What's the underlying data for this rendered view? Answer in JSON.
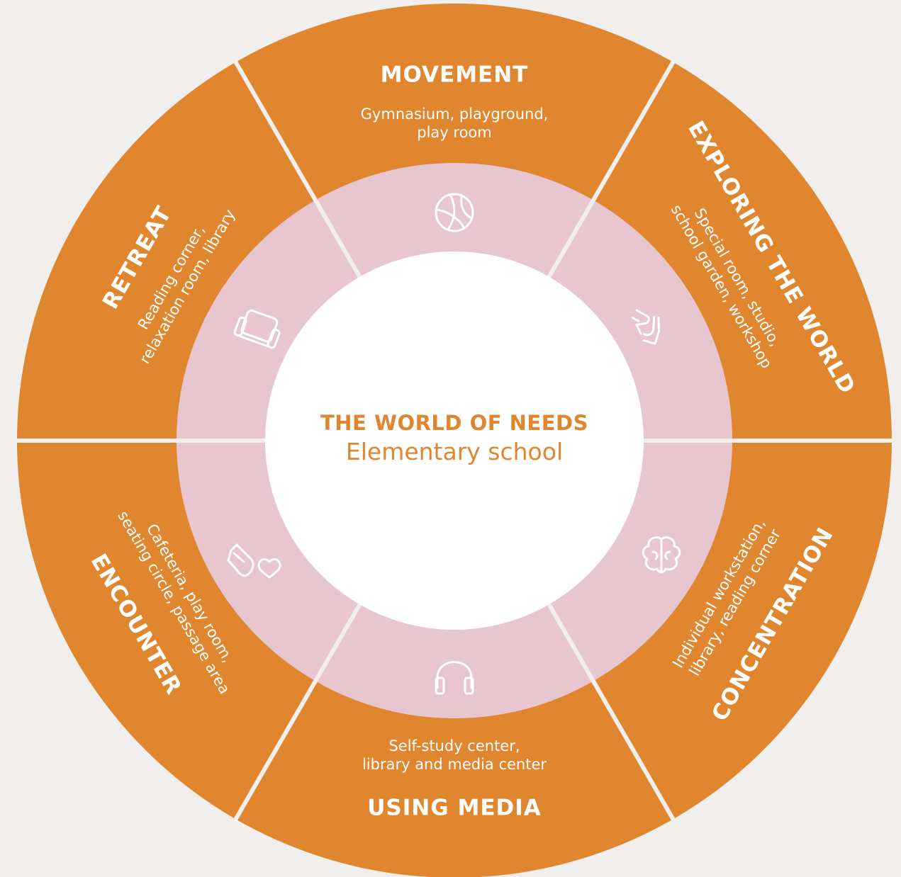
{
  "center": {
    "title": "THE WORLD OF NEEDS",
    "subtitle": "Elementary school"
  },
  "colors": {
    "background": "#f1efee",
    "segment": "#e0862f",
    "inner_ring": "#e8c6cf",
    "center": "#ffffff",
    "divider": "#f1efee",
    "text_on_segment": "#ffffff",
    "center_text": "#e0862f"
  },
  "segments": [
    {
      "key": "movement",
      "title": "MOVEMENT",
      "lines": [
        "Gymnasium, playground,",
        "play room"
      ],
      "icon": "volleyball-icon"
    },
    {
      "key": "exploring",
      "title": "EXPLORING THE WORLD",
      "lines": [
        "Special room, studio,",
        "school garden, workshop"
      ],
      "icon": "hands-icon"
    },
    {
      "key": "concentration",
      "title": "CONCENTRATION",
      "lines": [
        "Individual workstation,",
        "library, reading corner"
      ],
      "icon": "brain-icon"
    },
    {
      "key": "media",
      "title": "USING MEDIA",
      "lines": [
        "Self-study center,",
        "library and media center"
      ],
      "icon": "headphones-icon"
    },
    {
      "key": "encounter",
      "title": "ENCOUNTER",
      "lines": [
        "Cafeteria, play room,",
        "seating circle, passage area"
      ],
      "icon": "hand-heart-icon"
    },
    {
      "key": "retreat",
      "title": "RETREAT",
      "lines": [
        "Reading corner,",
        "relaxation room, library"
      ],
      "icon": "armchair-icon"
    }
  ]
}
